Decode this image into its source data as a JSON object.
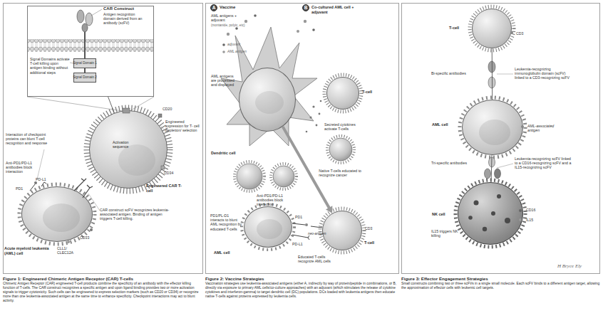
{
  "diagram": {
    "nodes": [
      {
        "text": [
          "Figure 1: Engineered Chimeric Antigen Receptor (CAR) T-cells",
          "Chimeric Antigen Receptor (CAR) engineered T-cell products combine the specificity of an antibody with the effector killing function of T-cells. The CAR construct recognizes a specific antigen and upon ligand binding provides two or more activation signals to trigger cytotoxicity. Such cells can be engineered to express selection markers (such as CD20 or CD34) or recognize more than one leukemia-associated antigen at the same time to enhance specificity. Checkpoint interactions may act to blunt activity."
        ]
      },
      {
        "text": [
          "CAR Construct"
        ],
        "in": 0
      },
      {
        "text": [
          "Signal Domain 1"
        ],
        "in": 1
      },
      {
        "text": [
          "Signal Domain 2"
        ],
        "in": 1
      },
      {
        "text": [
          "Activation sequence",
          "Engineered CAR T-cell"
        ],
        "in": 0
      },
      {
        "text": [
          "Acute myeloid leukemia (AML) cell"
        ],
        "in": 0
      },
      {
        "text": [
          "Figure 2: Vaccine Strategies",
          "Vaccination strategies use leukemia-associated antigens (either A, indirectly by way of protein/peptide in combinations, or B, directly via exposure to primary AML cells/co-culture approaches) with an adjuvant (which stimulates the release of cytokine cytokines and interferon-gamma) to target dendritic cell (DC) populations. DCs loaded with leukemia antigens then educate native T-cells against proteins expressed by leukemia cells."
        ]
      },
      {
        "text": [
          "A",
          "Vaccine"
        ],
        "in": 6
      },
      {
        "text": [
          "B",
          "Co-cultured AML cell + adjuvant"
        ],
        "in": 6
      },
      {
        "text": [
          "Dendritic cell"
        ],
        "in": 6
      },
      {
        "text": [
          "T-cell"
        ],
        "in": 6
      },
      {
        "text": [
          "AML cell"
        ],
        "in": 6
      },
      {
        "text": [
          "T-cell"
        ],
        "in": 6
      },
      {
        "text": [
          "Figure 3: Effector Engagement Strategies",
          "Small constructs combining two or three scFVs in a single small molecule. Each scFV binds to a different antigen target, allowing the approximation of effector cells with leukemic cell targets."
        ]
      },
      {
        "text": [
          "T-cell"
        ],
        "in": 13
      },
      {
        "text": [
          "AML cell"
        ],
        "in": 13
      },
      {
        "text": [
          "NK cell"
        ],
        "in": 13
      }
    ],
    "edges": [
      {
        "from": 1,
        "to": 4,
        "arrow": "none"
      },
      {
        "from": 9,
        "to": 12,
        "label": "Native T-cells educated to recognize cancer",
        "arrow": "to"
      },
      {
        "from": 14,
        "to": 15,
        "arrow": "none"
      },
      {
        "from": 15,
        "to": 16,
        "arrow": "none"
      }
    ],
    "labels": [
      "Antigen recognition domain derived from an antibody (scFV)",
      "Signal Domains activate T-cell killing upon antigen binding without additional steps",
      "Interaction of checkpoint proteins can blunt T-cell recognition and response",
      "Anti-PD1/PD-L1 antibodies block interaction",
      "PD-L1",
      "PD1",
      "CD20",
      "Engineered expression for T- cell depletion/ selection",
      "CD34",
      "CAR construct scFV recognizes leukemia-associated antigen. Binding of antigen triggers T-cell killing.",
      "CD33",
      "CLL1/ CLEC12A",
      "AML antigens + adjuvant",
      "(montanide, polyic, etc)",
      "adjuvant",
      "AML antigen",
      "AML antigens are processed and displayed",
      "Secreted cytokines activate T-cells",
      "Anti-PD1/PD-L1 antibodies block interaction",
      "PD1/PL-D1 interacts to blunt AML recognition by educated T-cells",
      "PD1",
      "PD-L1",
      "neo-antigen",
      "CD3",
      "Educated T-cells recognize AML cells",
      "CD3",
      "Bi-specific antibodies",
      "Leukemia-recognizing immunoglobulin domain (scFV) linked to a CD3-recognizing scFV",
      "AML-associated antigen",
      "Tri-specific antibodies",
      "Leukemia-recognizing scFV linked to a CD16-recognizing scFV and a IL15-recognizing scFV",
      "CD16",
      "IL15",
      "IL15 triggers NK killing",
      "H Bryce Ely"
    ]
  }
}
